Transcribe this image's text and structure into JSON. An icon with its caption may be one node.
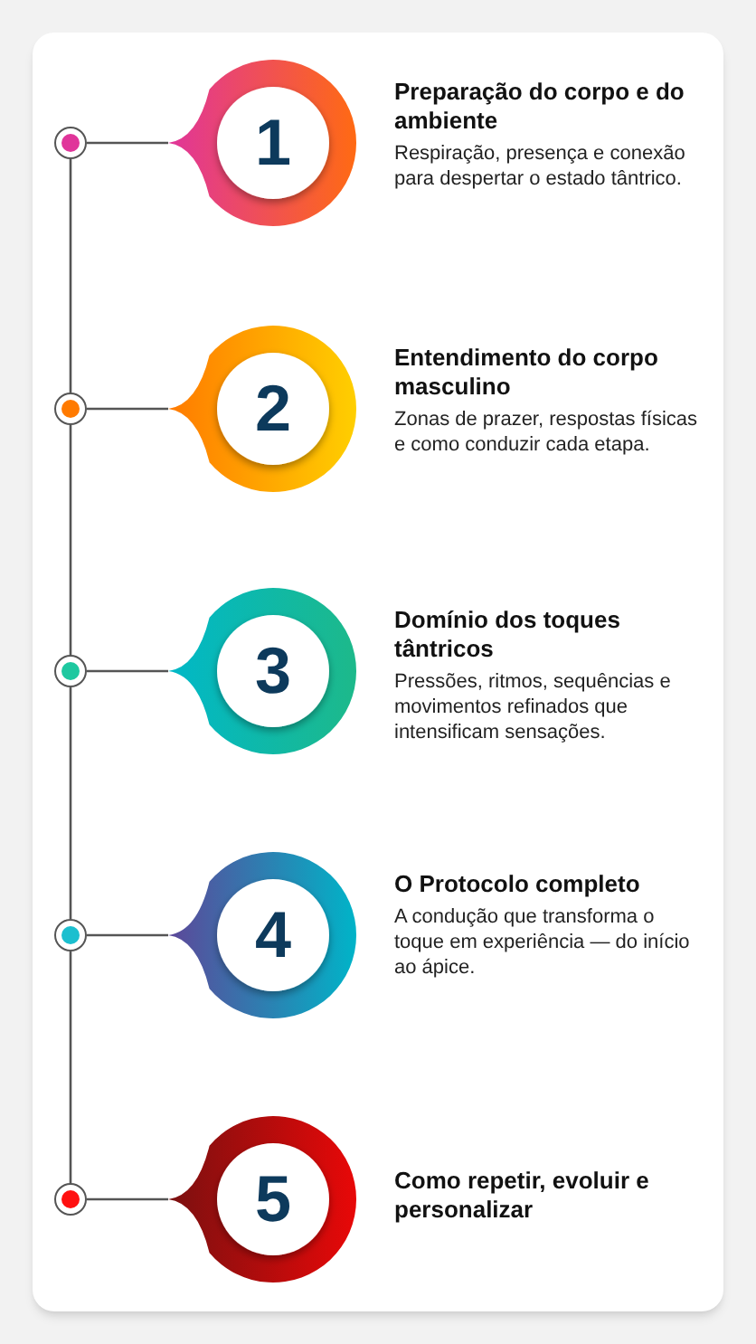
{
  "diagram": {
    "nodes": [
      {
        "text": [],
        "shape": "circle"
      },
      {
        "text": [
          "1"
        ],
        "beside": [
          "Preparação do corpo e do ambiente",
          "Respiração, presença e conexão para despertar o estado tântrico."
        ]
      },
      {
        "text": [],
        "shape": "circle"
      },
      {
        "text": [
          "2"
        ],
        "beside": [
          "Entendimento do corpo masculino",
          "Zonas de prazer, respostas físicas e como conduzir cada etapa."
        ]
      },
      {
        "text": [],
        "shape": "circle"
      },
      {
        "text": [
          "3"
        ],
        "beside": [
          "Domínio dos toques tântricos",
          "Pressões, ritmos, sequências e movimentos refinados que intensificam sensações."
        ]
      },
      {
        "text": [],
        "shape": "circle"
      },
      {
        "text": [
          "4"
        ],
        "beside": [
          "O Protocolo completo",
          "A condução que transforma o toque em experiência — do início ao ápice."
        ]
      },
      {
        "text": [],
        "shape": "circle"
      },
      {
        "text": [
          "5"
        ],
        "beside": [
          "Como repetir, evoluir e personalizar"
        ]
      }
    ],
    "edges": [
      {
        "from": 0,
        "to": 1,
        "arrow": "none"
      },
      {
        "from": 2,
        "to": 3,
        "arrow": "none"
      },
      {
        "from": 4,
        "to": 5,
        "arrow": "none"
      },
      {
        "from": 6,
        "to": 7,
        "arrow": "none"
      },
      {
        "from": 8,
        "to": 9,
        "arrow": "none"
      },
      {
        "from": 0,
        "to": 2,
        "arrow": "none"
      },
      {
        "from": 2,
        "to": 4,
        "arrow": "none"
      },
      {
        "from": 4,
        "to": 6,
        "arrow": "none"
      },
      {
        "from": 6,
        "to": 8,
        "arrow": "none"
      }
    ]
  }
}
